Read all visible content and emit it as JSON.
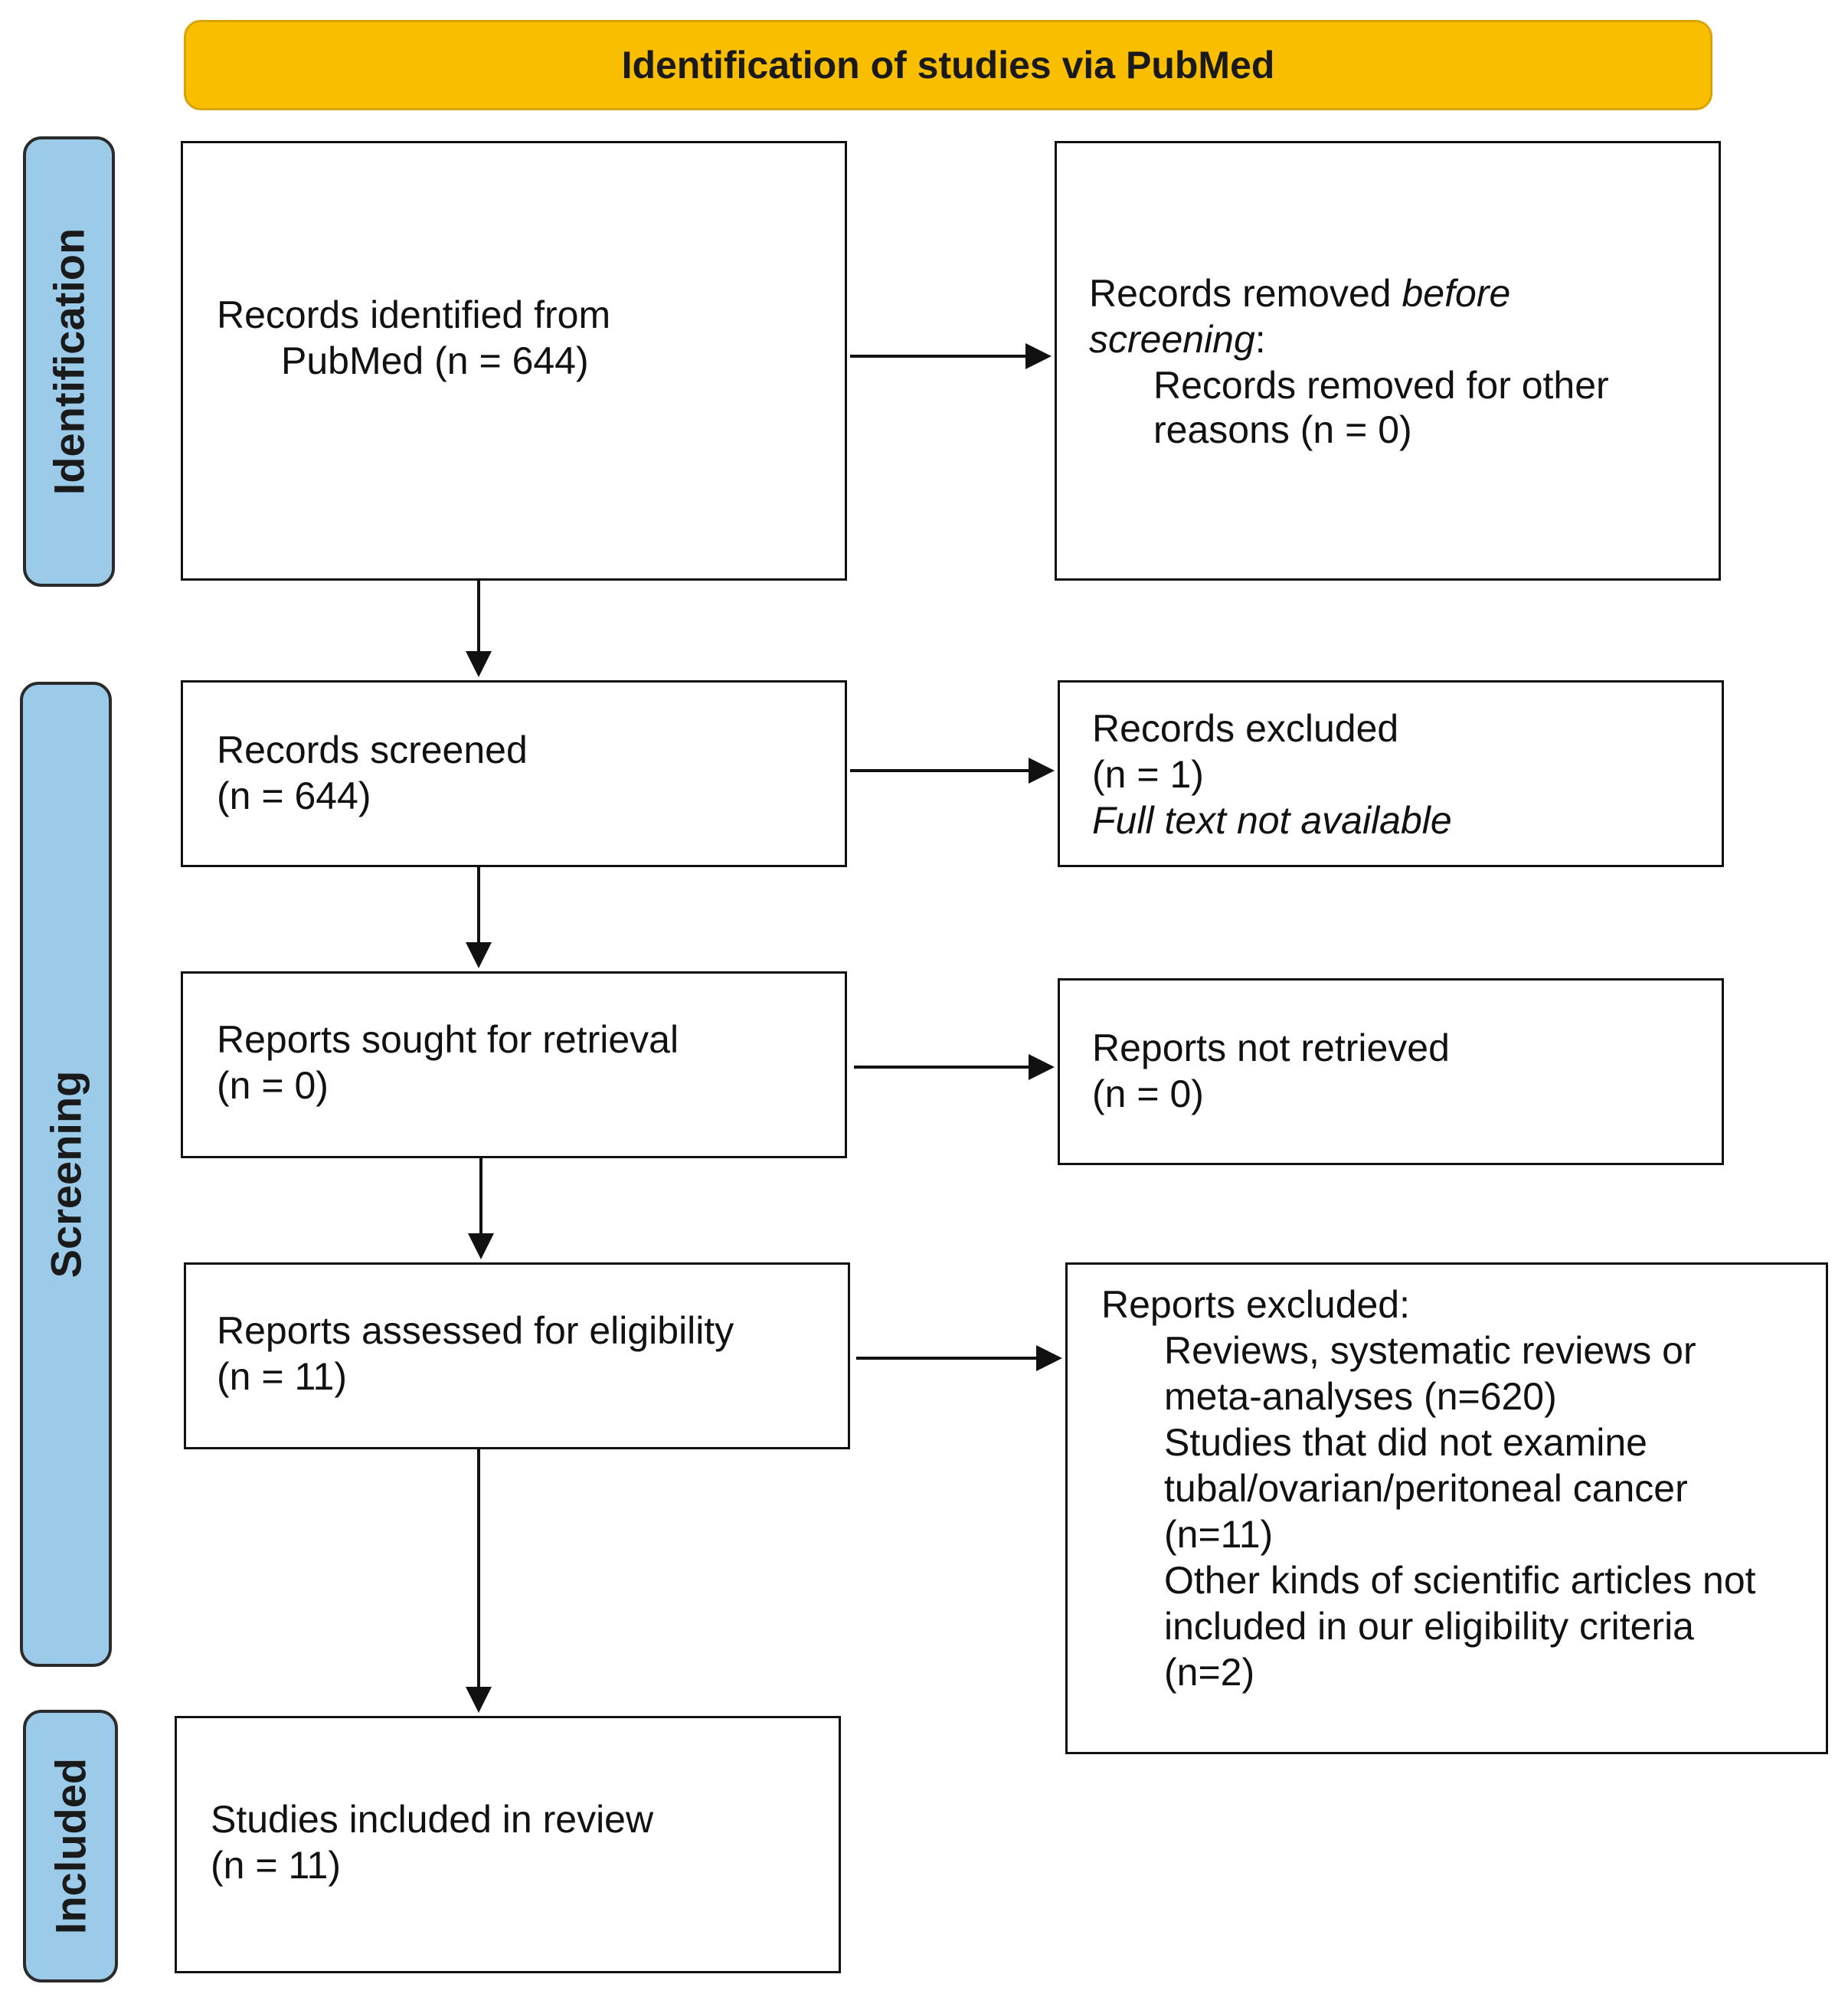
{
  "banner": {
    "title": "Identification of studies via PubMed"
  },
  "phases": {
    "identification": "Identification",
    "screening": "Screening",
    "included": "Included"
  },
  "boxes": {
    "records_identified": {
      "line1": "Records identified from",
      "line2": "PubMed (n = 644)"
    },
    "records_removed": {
      "line1_a": "Records removed ",
      "line1_b": "before",
      "line2_a": "screening",
      "line2_b": ":",
      "line3": "Records removed for other",
      "line4": "reasons (n = 0)"
    },
    "records_screened": {
      "line1": "Records screened",
      "line2": "(n = 644)"
    },
    "records_excluded": {
      "line1": "Records excluded",
      "line2": "(n = 1)",
      "line3": "Full text not available"
    },
    "reports_sought": {
      "line1": "Reports sought for retrieval",
      "line2": "(n = 0)"
    },
    "reports_not_retrieved": {
      "line1": "Reports not retrieved",
      "line2": "(n = 0)"
    },
    "reports_assessed": {
      "line1": "Reports assessed for eligibility",
      "line2": "(n = 11)"
    },
    "reports_excluded": {
      "heading": "Reports excluded:",
      "lines": [
        "Reviews, systematic reviews or",
        "meta-analyses (n=620)",
        "Studies that did not examine",
        "tubal/ovarian/peritoneal cancer",
        "(n=11)",
        "Other kinds of scientific articles not",
        "included in our eligibility criteria",
        "(n=2)"
      ]
    },
    "studies_included": {
      "line1": "Studies included in review",
      "line2": "(n = 11)"
    }
  }
}
